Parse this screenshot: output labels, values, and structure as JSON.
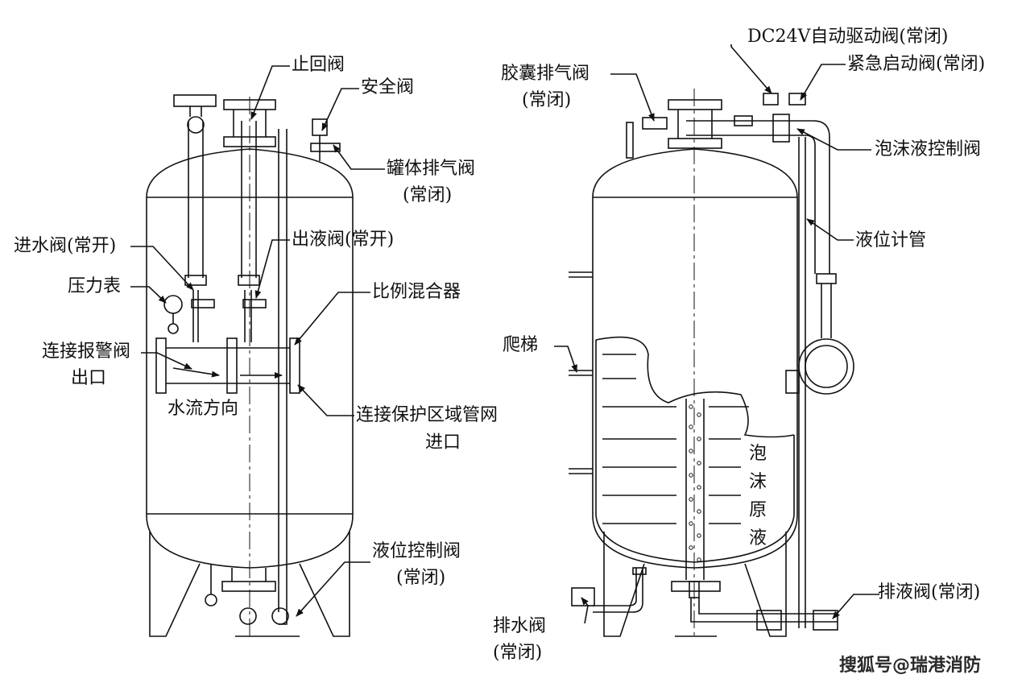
{
  "left_tank": {
    "labels": {
      "check_valve": "止回阀",
      "safety_valve": "安全阀",
      "tank_vent_valve_1": "罐体排气阀",
      "tank_vent_valve_2": "(常闭)",
      "inlet_valve": "进水阀(常开)",
      "outlet_valve": "出液阀(常开)",
      "pressure_gauge": "压力表",
      "proportioner": "比例混合器",
      "alarm_outlet_1": "连接报警阀",
      "alarm_outlet_2": "出口",
      "flow_direction": "水流方向",
      "protect_inlet_1": "连接保护区域管网",
      "protect_inlet_2": "进口",
      "level_ctrl_valve_1": "液位控制阀",
      "level_ctrl_valve_2": "(常闭)"
    }
  },
  "right_tank": {
    "labels": {
      "dc24v_valve": "DC24V自动驱动阀(常闭)",
      "emergency_valve": "紧急启动阀(常闭)",
      "bladder_vent_1": "胶囊排气阀",
      "bladder_vent_2": "(常闭)",
      "foam_ctrl_valve": "泡沫液控制阀",
      "level_tube": "液位计管",
      "ladder": "爬梯",
      "foam_text": [
        "泡",
        "沫",
        "原",
        "液"
      ],
      "drain_water_valve_1": "排水阀",
      "drain_water_valve_2": "(常闭)",
      "drain_liquid_valve": "排液阀(常闭)"
    }
  },
  "watermark": "搜狐号@瑞港消防"
}
